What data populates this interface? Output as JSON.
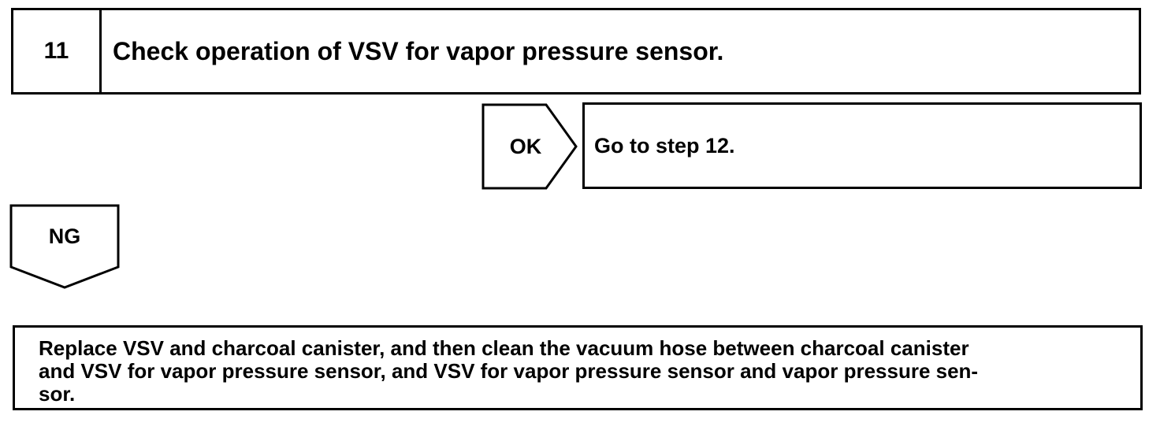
{
  "step": {
    "number": "11",
    "title": "Check operation of VSV for vapor pressure sensor."
  },
  "ok_branch": {
    "label": "OK",
    "result": "Go to step 12."
  },
  "ng_branch": {
    "label": "NG",
    "action_lines": [
      "Replace VSV and charcoal canister, and then clean the vacuum hose between charcoal canister",
      "and VSV for vapor pressure sensor, and VSV for vapor pressure sensor and vapor pressure sen-",
      "sor."
    ]
  },
  "colors": {
    "line": "#000000",
    "background": "#ffffff"
  }
}
